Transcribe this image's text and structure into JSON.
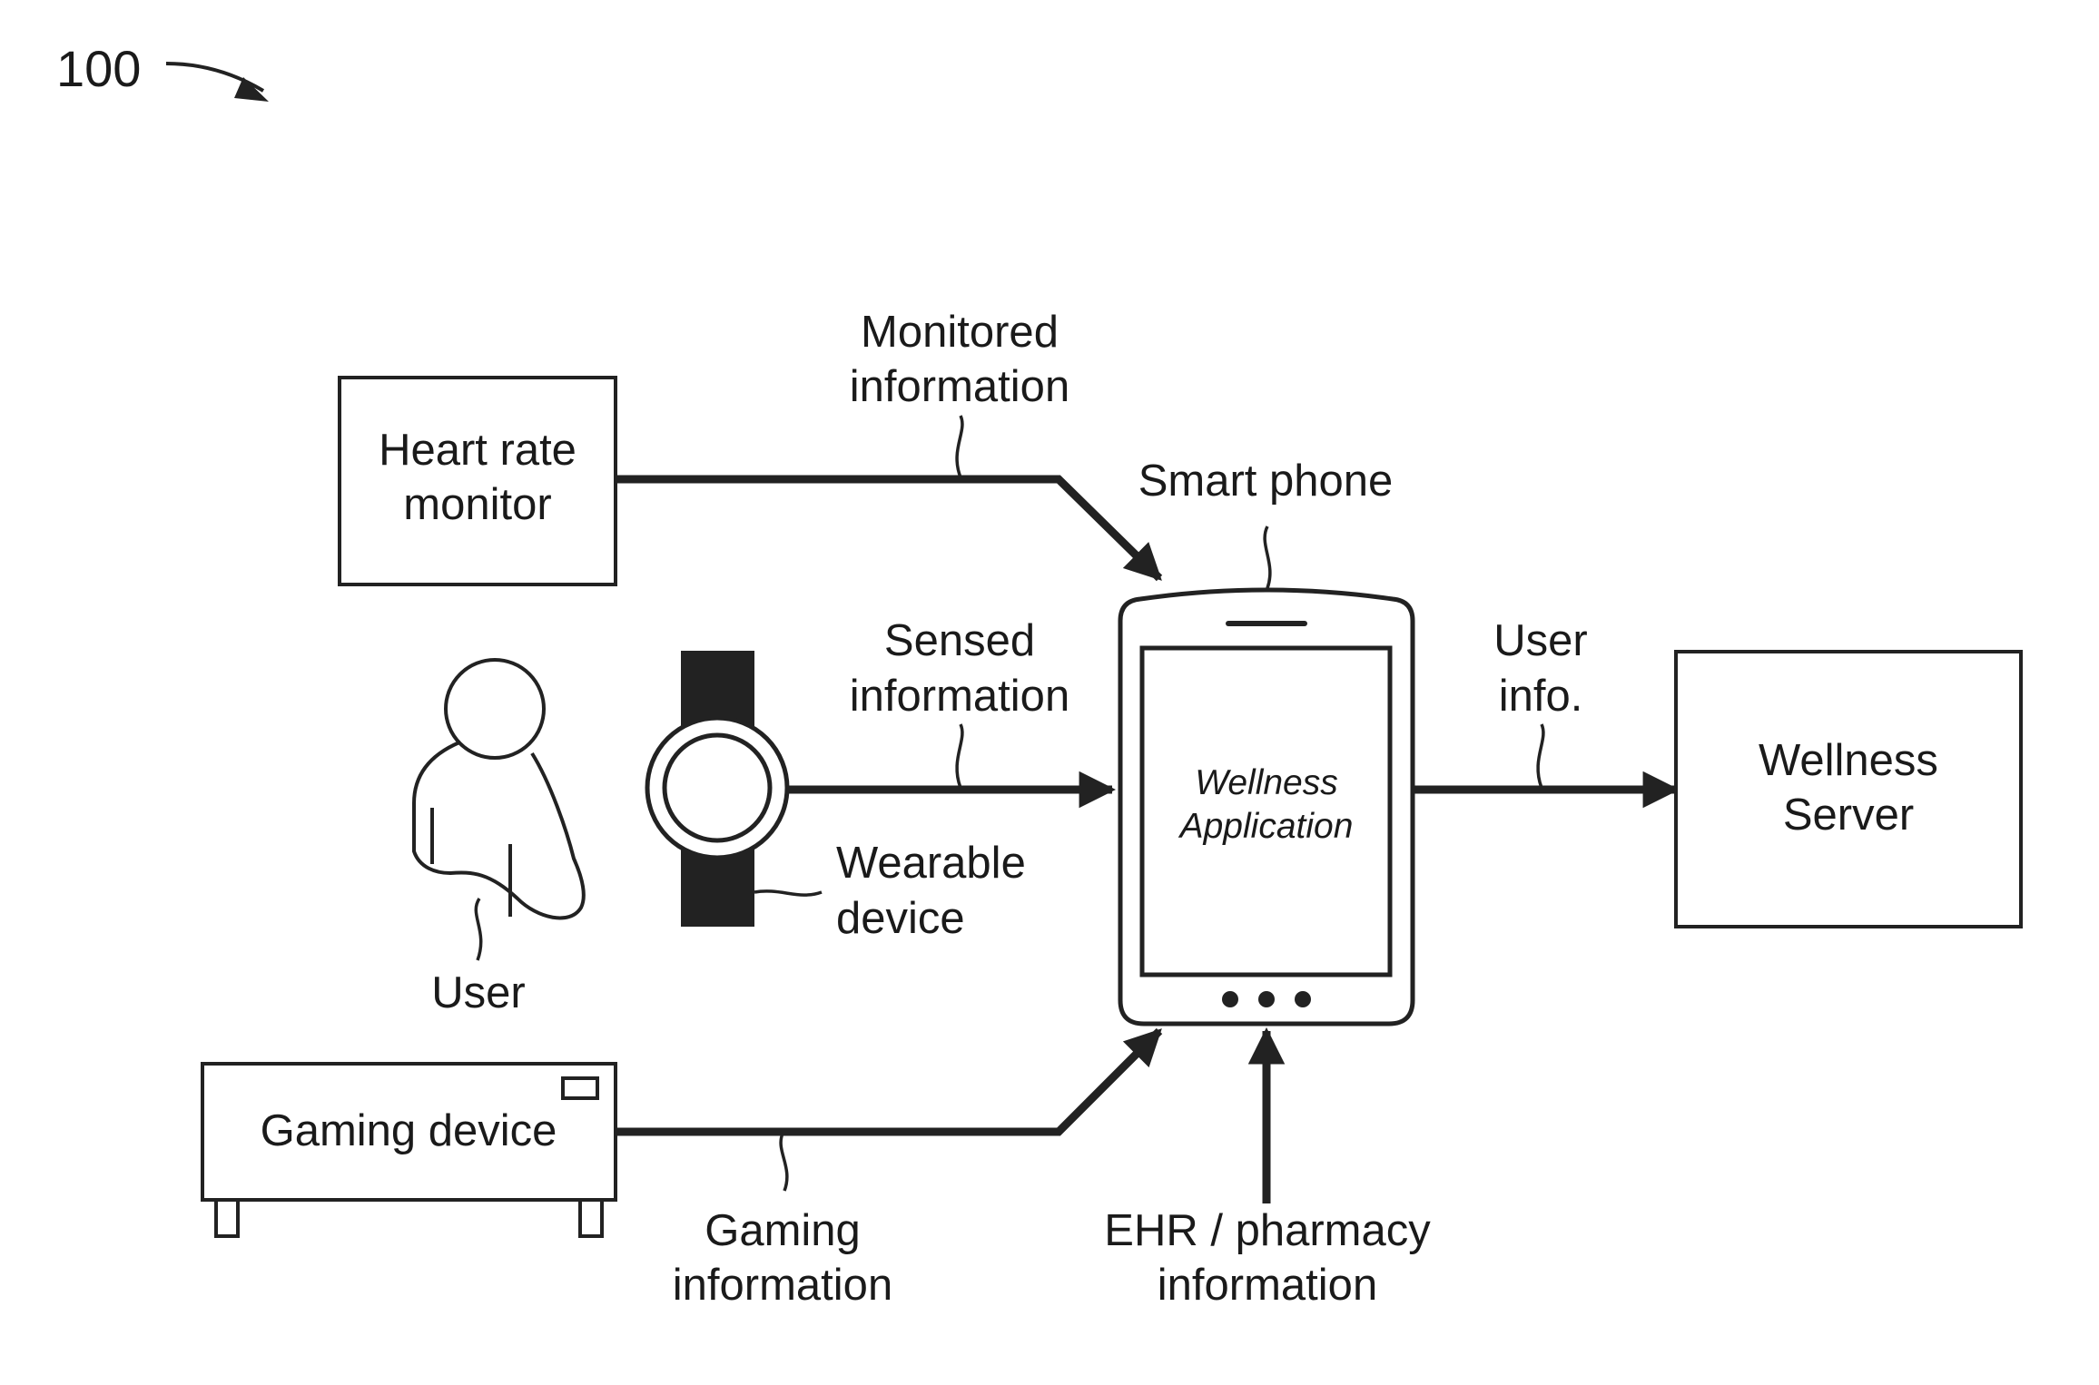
{
  "figure": {
    "reference_number": "100"
  },
  "nodes": {
    "heart_rate_monitor": {
      "line1": "Heart rate",
      "line2": "monitor"
    },
    "user": {
      "label": "User"
    },
    "wearable_device": {
      "line1": "Wearable",
      "line2": "device"
    },
    "gaming_device": {
      "label": "Gaming device"
    },
    "smart_phone": {
      "label": "Smart phone",
      "app_line1": "Wellness",
      "app_line2": "Application"
    },
    "wellness_server": {
      "line1": "Wellness",
      "line2": "Server"
    }
  },
  "flows": {
    "monitored": {
      "line1": "Monitored",
      "line2": "information"
    },
    "sensed": {
      "line1": "Sensed",
      "line2": "information"
    },
    "gaming": {
      "line1": "Gaming",
      "line2": "information"
    },
    "ehr": {
      "line1": "EHR / pharmacy",
      "line2": "information"
    },
    "user_info": {
      "line1": "User",
      "line2": "info."
    }
  },
  "colors": {
    "stroke": "#222222",
    "background": "#ffffff",
    "strap": "#222222"
  }
}
